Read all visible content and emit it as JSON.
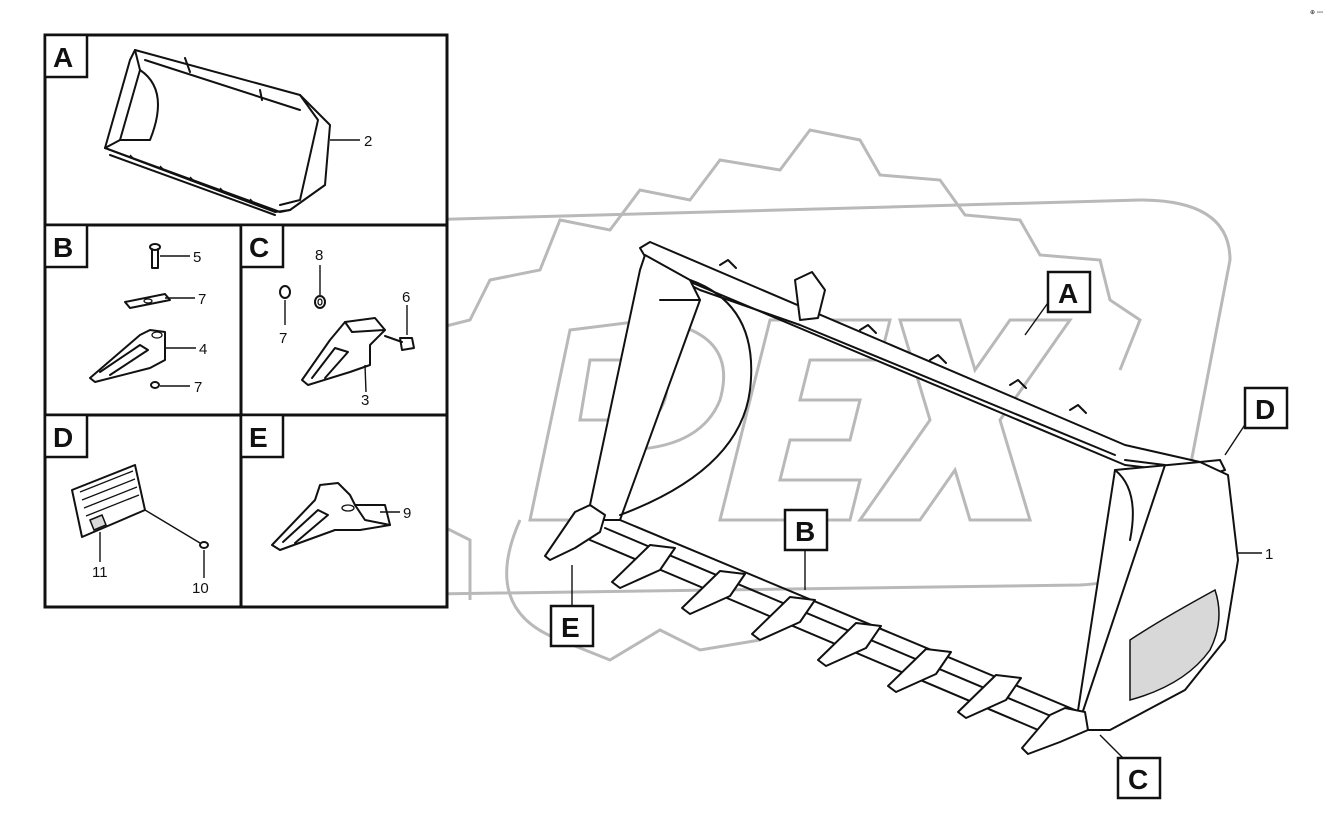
{
  "corner_mark": "⊕ ▫▫▫",
  "panels": {
    "a": {
      "tag": "A",
      "numbers": [
        "2"
      ]
    },
    "b": {
      "tag": "B",
      "numbers": [
        "5",
        "7",
        "4",
        "7"
      ]
    },
    "c": {
      "tag": "C",
      "numbers": [
        "8",
        "6",
        "7",
        "3"
      ]
    },
    "d": {
      "tag": "D",
      "numbers": [
        "11",
        "10"
      ]
    },
    "e": {
      "tag": "E",
      "numbers": [
        "9"
      ]
    }
  },
  "main": {
    "callouts": [
      "A",
      "B",
      "C",
      "D",
      "E"
    ],
    "part_number": "1"
  },
  "watermark": {
    "logo": "OPEX"
  }
}
